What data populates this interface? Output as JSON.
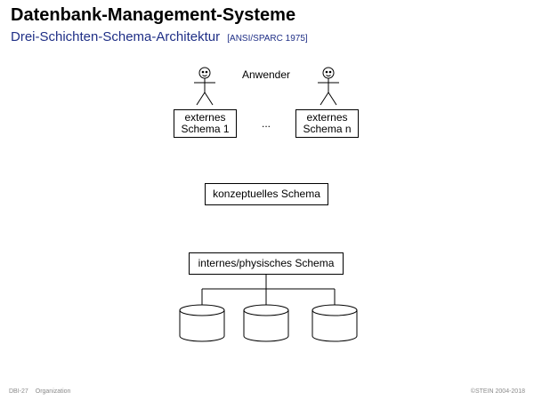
{
  "header": {
    "title": "Datenbank-Management-Systeme",
    "subtitle": "Drei-Schichten-Schema-Architektur",
    "reference": "[ANSI/SPARC 1975]"
  },
  "diagram": {
    "users_label": "Anwender",
    "external_schema_1": {
      "line1": "externes",
      "line2": "Schema 1"
    },
    "external_schema_n": {
      "line1": "externes",
      "line2": "Schema n"
    },
    "ellipsis": "...",
    "conceptual_schema": "konzeptuelles Schema",
    "internal_schema": "internes/physisches Schema",
    "icons": [
      "user-stick-figure-icon",
      "user-stick-figure-icon",
      "database-cylinder-icon",
      "database-cylinder-icon",
      "database-cylinder-icon"
    ]
  },
  "footer": {
    "page": "DBI-27",
    "section": "Organization",
    "copyright": "©STEIN 2004-2018"
  }
}
